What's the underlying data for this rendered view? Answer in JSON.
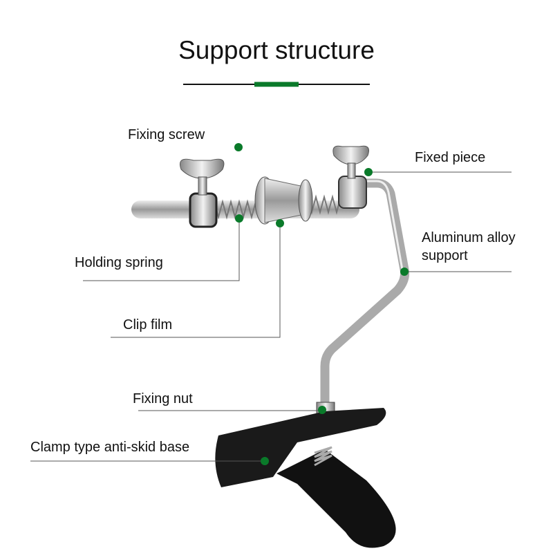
{
  "title": "Support structure",
  "accent_color": "#0a7a2a",
  "labels": {
    "fixing_screw": "Fixing screw",
    "fixed_piece": "Fixed piece",
    "aluminum_line1": "Aluminum alloy",
    "aluminum_line2": "support",
    "holding_spring": "Holding spring",
    "clip_film": "Clip film",
    "fixing_nut": "Fixing nut",
    "clamp_base": "Clamp type anti-skid base"
  }
}
